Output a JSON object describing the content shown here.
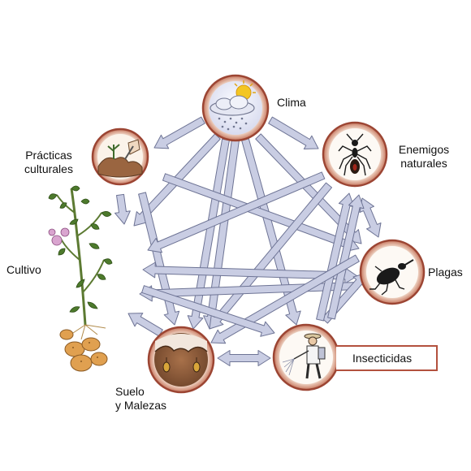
{
  "nodes": {
    "clima": {
      "label": "Clima",
      "icon": "sun-cloud-rain-icon"
    },
    "practicas": {
      "label_line1": "Prácticas",
      "label_line2": "culturales",
      "icon": "hand-planting-icon"
    },
    "enemigos": {
      "label_line1": "Enemigos",
      "label_line2": "naturales",
      "icon": "ant-icon"
    },
    "cultivo": {
      "label": "Cultivo",
      "icon": "potato-plant-icon"
    },
    "plagas": {
      "label": "Plagas",
      "icon": "weevil-icon"
    },
    "suelo": {
      "label_line1": "Suelo",
      "label_line2": "y Malezas",
      "icon": "soil-seeds-icon"
    },
    "insecticidas": {
      "label": "Insecticidas",
      "icon": "sprayer-man-icon"
    }
  },
  "colors": {
    "arrow_fill": "#c9cde3",
    "arrow_stroke": "#6e7495",
    "node_ring": "#b3513e",
    "node_ring_inner": "#f2dccb",
    "soil": "#8a5a3a"
  }
}
